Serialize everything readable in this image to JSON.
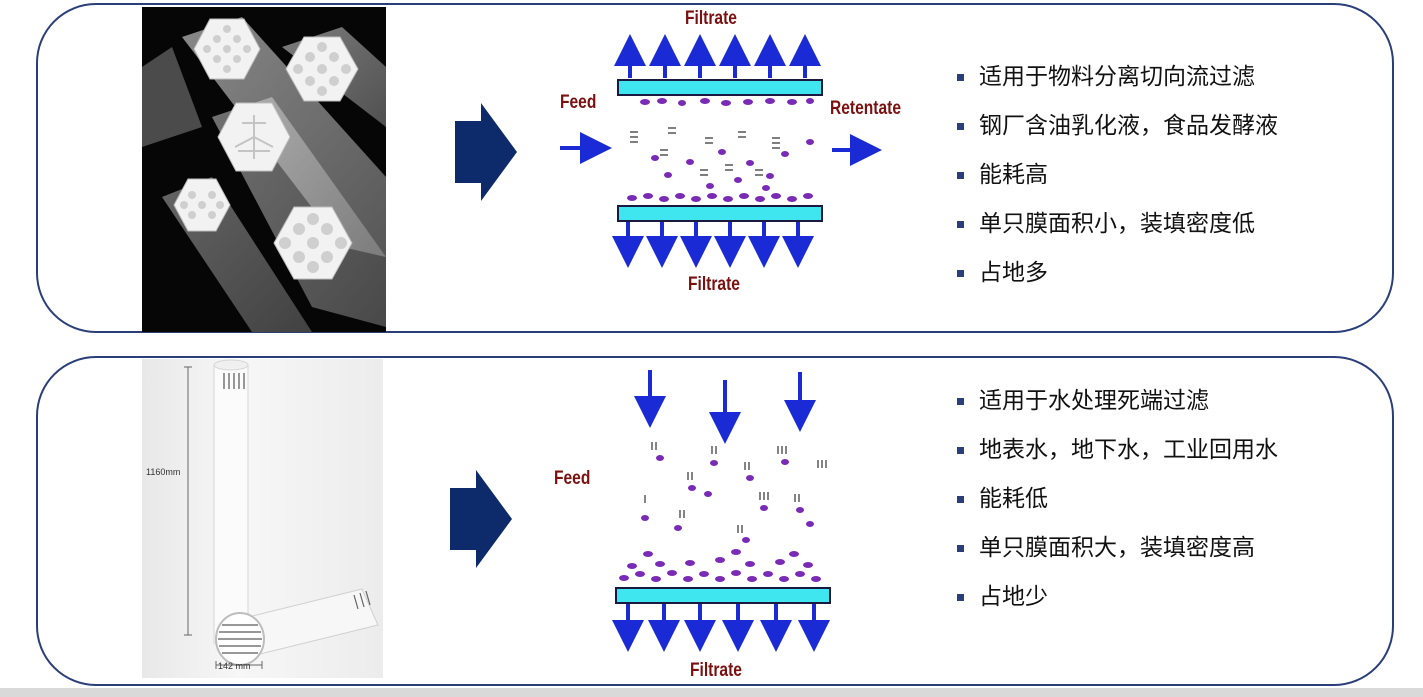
{
  "top_panel": {
    "diagram": {
      "filtrate_top_label": "Filtrate",
      "feed_label": "Feed",
      "retentate_label": "Retentate",
      "filtrate_bottom_label": "Filtrate"
    },
    "bullets": [
      "适用于物料分离切向流过滤",
      "钢厂含油乳化液，食品发酵液",
      "能耗高",
      "单只膜面积小，装填密度低",
      "占地多"
    ]
  },
  "bottom_panel": {
    "photo": {
      "height_dimension": "1160mm",
      "diameter_dimension": "142 mm"
    },
    "diagram": {
      "feed_label": "Feed",
      "filtrate_label": "Filtrate"
    },
    "bullets": [
      "适用于水处理死端过滤",
      "地表水，地下水，工业回用水",
      "能耗低",
      "单只膜面积大，装填密度高",
      "占地少"
    ]
  },
  "colors": {
    "panel_border": "#2a3f7a",
    "big_arrow": "#0d2a6b",
    "flow_arrow": "#1a2bd6",
    "membrane": "#3fe6f0",
    "particle": "#7a2bb5",
    "label": "#7a1010"
  }
}
